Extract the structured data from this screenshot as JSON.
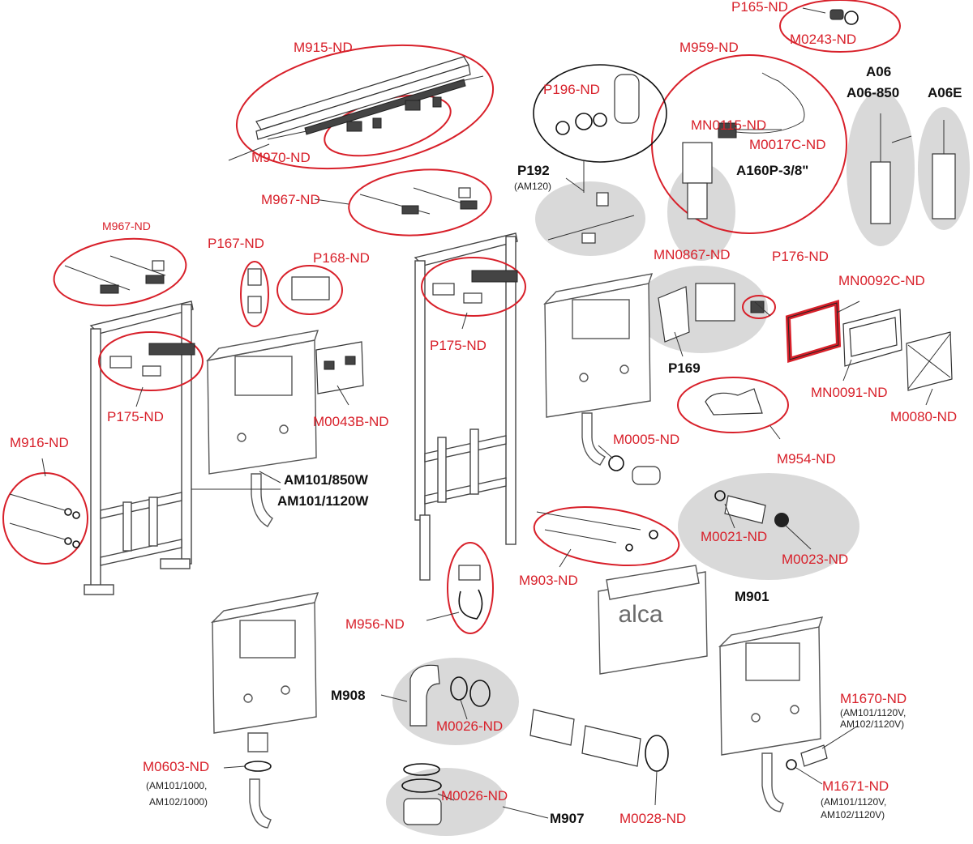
{
  "brand": {
    "logo_text": "alca"
  },
  "labels": {
    "p165": "P165-ND",
    "m0243": "M0243-ND",
    "m959": "M959-ND",
    "a06": "A06",
    "a06_850": "A06-850",
    "a06e": "A06E",
    "m915": "M915-ND",
    "m970": "M970-ND",
    "p196": "P196-ND",
    "mn0115": "MN0115-ND",
    "m0017c": "M0017C-ND",
    "a160p": "A160P-3/8\"",
    "p192": "P192",
    "p192_note": "(AM120)",
    "m967_top": "M967-ND",
    "m967_left": "M967-ND",
    "p167": "P167-ND",
    "p168": "P168-ND",
    "mn0867": "MN0867-ND",
    "p176": "P176-ND",
    "mn0092c": "MN0092C-ND",
    "p175_left": "P175-ND",
    "p175_mid": "P175-ND",
    "p169": "P169",
    "m0043b": "M0043B-ND",
    "mn0091": "MN0091-ND",
    "m0080": "M0080-ND",
    "m916": "M916-ND",
    "m0005": "M0005-ND",
    "m954": "M954-ND",
    "am101_850w": "AM101/850W",
    "am101_1120w": "AM101/1120W",
    "m0021": "M0021-ND",
    "m0023": "M0023-ND",
    "m903": "M903-ND",
    "m901": "M901",
    "m956": "M956-ND",
    "m908": "M908",
    "m0026_a": "M0026-ND",
    "m1670": "M1670-ND",
    "m1670_note1": "(AM101/1120V,",
    "m1670_note2": "AM102/1120V)",
    "m0603": "M0603-ND",
    "m0603_note1": "(AM101/1000,",
    "m0603_note2": "AM102/1000)",
    "m1671": "M1671-ND",
    "m1671_note1": "(AM101/1120V,",
    "m1671_note2": "AM102/1120V)",
    "m0026_b": "M0026-ND",
    "m907": "M907",
    "m0028": "M0028-ND"
  },
  "colors": {
    "label_red": "#d8202a",
    "label_black": "#111111",
    "group_gray": "#d9d9d9"
  }
}
